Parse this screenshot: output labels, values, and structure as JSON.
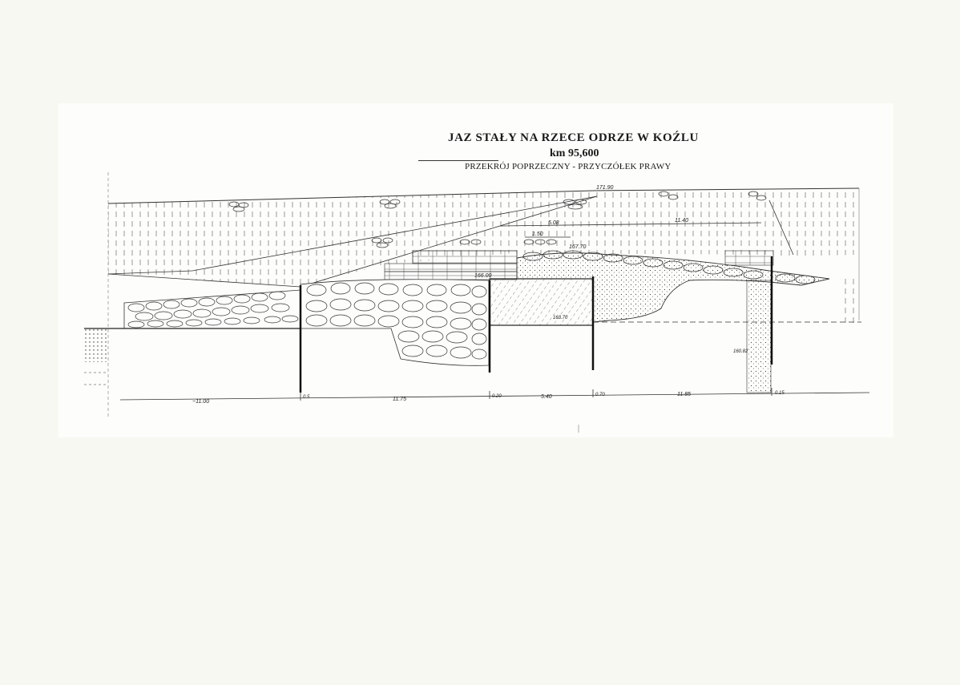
{
  "title": {
    "main": "JAZ STAŁY NA RZECE ODRZE W KOŹLU",
    "km": "km 95,600",
    "subtitle": "PRZEKRÓJ POPRZECZNY - PRZYCZÓŁEK PRAWY"
  },
  "elevations": {
    "top": "171.90",
    "pier": "167.70",
    "crest": "166.00",
    "base": "163.70",
    "sheet_pile_tip": "160.82"
  },
  "dimensions": {
    "top_1": "5.08",
    "top_2": "11.40",
    "top_3": "1.50",
    "bottom": [
      "~11.00",
      "0.5",
      "11.75",
      "0.20",
      "5.40",
      "0.70",
      "11.85",
      "0.15"
    ]
  },
  "colors": {
    "ink": "#2a2a2a",
    "paper": "#f8f8f2",
    "panel": "#fdfdfb"
  }
}
